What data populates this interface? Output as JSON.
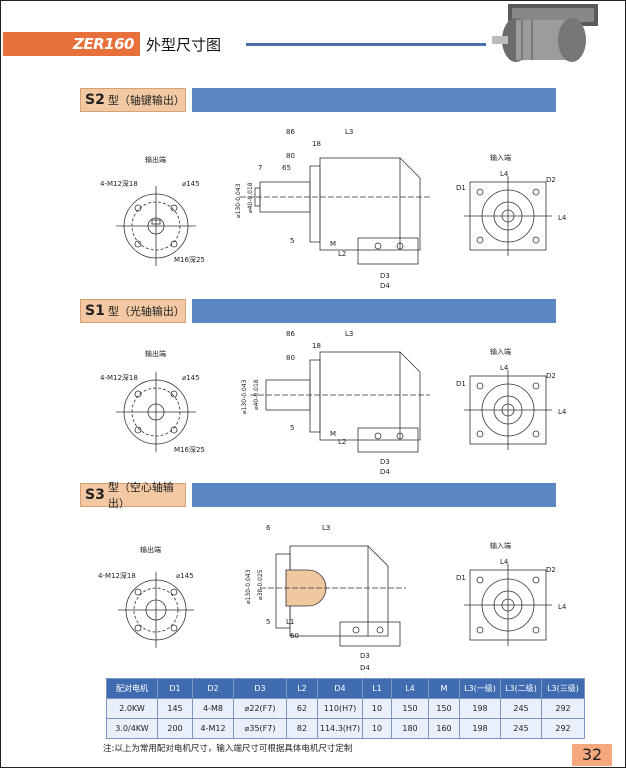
{
  "header": {
    "model": "ZER160",
    "title": "外型尺寸图"
  },
  "sections": [
    {
      "code": "S2",
      "label": "型（轴键输出）"
    },
    {
      "code": "S1",
      "label": "型（光轴输出）"
    },
    {
      "code": "S3",
      "label": "型（空心轴输出）"
    }
  ],
  "drawings": {
    "output_end": "输出端",
    "input_end": "输入端",
    "s2": {
      "holes": "4-M12深18",
      "pcd": "⌀145",
      "center": "M16深25",
      "dims": [
        "86",
        "L3",
        "18",
        "80",
        "65",
        "7",
        "5",
        "L2",
        "M",
        "D3",
        "D4",
        "L4",
        "D1",
        "D2",
        "L4",
        "⌀130-0.043",
        "⌀40-0.018"
      ]
    },
    "s1": {
      "holes": "4-M12深18",
      "pcd": "⌀145",
      "center": "M16深25",
      "dims": [
        "86",
        "L3",
        "18",
        "80",
        "5",
        "L2",
        "M",
        "D3",
        "D4",
        "L4",
        "D1",
        "D2",
        "L4",
        "⌀130-0.043",
        "⌀40-0.018"
      ]
    },
    "s3": {
      "holes": "4-M12深18",
      "pcd": "⌀145",
      "dims": [
        "6",
        "L3",
        "5",
        "L1",
        "60",
        "D3",
        "D4",
        "L4",
        "D1",
        "D2",
        "L4",
        "⌀130-0.043",
        "⌀38-0.025"
      ]
    }
  },
  "table": {
    "headers": [
      "配对电机",
      "D1",
      "D2",
      "D3",
      "L2",
      "D4",
      "L1",
      "L4",
      "M",
      "L3(一级)",
      "L3(二级)",
      "L3(三级)"
    ],
    "rows": [
      [
        "2.0KW",
        "145",
        "4-M8",
        "⌀22(F7)",
        "62",
        "110(H7)",
        "10",
        "150",
        "150",
        "198",
        "245",
        "292"
      ],
      [
        "3.0/4KW",
        "200",
        "4-M12",
        "⌀35(F7)",
        "82",
        "114.3(H7)",
        "10",
        "180",
        "160",
        "198",
        "245",
        "292"
      ]
    ]
  },
  "note": "注:以上为常用配对电机尺寸，输入端尺寸可根据具体电机尺寸定制",
  "page_number": "32"
}
